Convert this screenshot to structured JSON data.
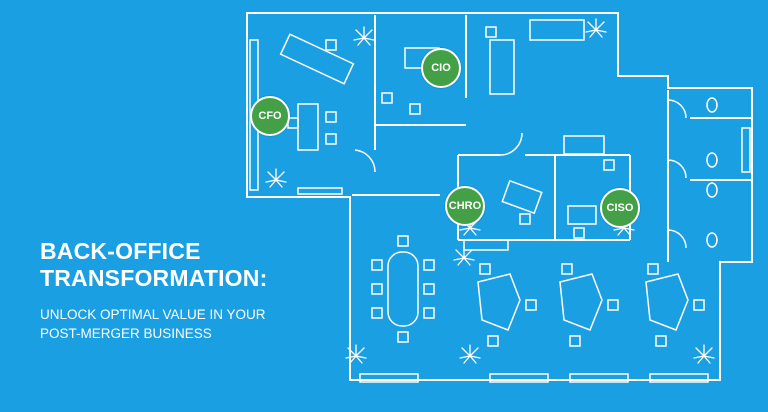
{
  "colors": {
    "background": "#1a9fe3",
    "line": "#ffffff",
    "badge": "#43a047"
  },
  "badges": {
    "cfo": "CFO",
    "cio": "CIO",
    "chro": "CHRO",
    "ciso": "CISO"
  },
  "headline": {
    "line1": "BACK-OFFICE",
    "line2": "TRANSFORMATION:"
  },
  "subheadline": {
    "line1": "UNLOCK OPTIMAL VALUE IN YOUR",
    "line2": "POST-MERGER BUSINESS"
  },
  "icons": [
    "plant-icon",
    "chair-icon",
    "desk-icon",
    "sofa-icon",
    "toilet-icon",
    "window-icon"
  ]
}
